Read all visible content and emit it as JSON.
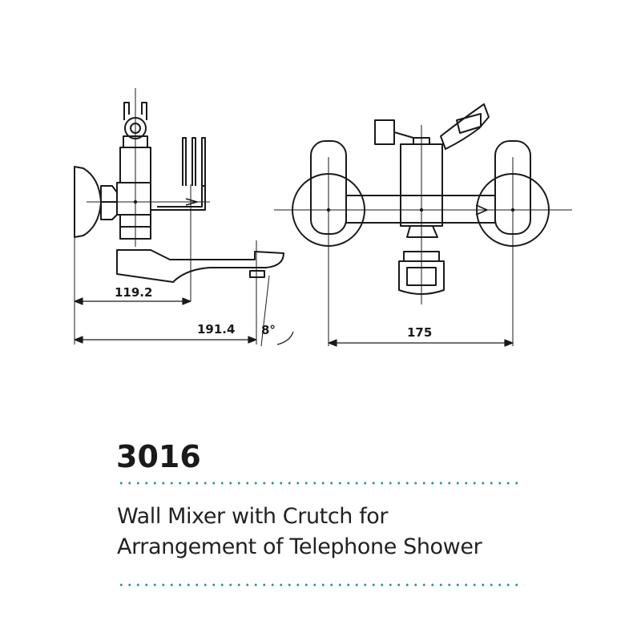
{
  "product": {
    "model": "3016",
    "description_line1": "Wall Mixer with Crutch for",
    "description_line2": "Arrangement of Telephone Shower"
  },
  "dimensions": {
    "projection_small": "119.2",
    "projection_large": "191.4",
    "spout_angle": "8°",
    "width": "175"
  },
  "colors": {
    "line": "#1a1a1a",
    "accent_dots": "#2a8f8f"
  }
}
